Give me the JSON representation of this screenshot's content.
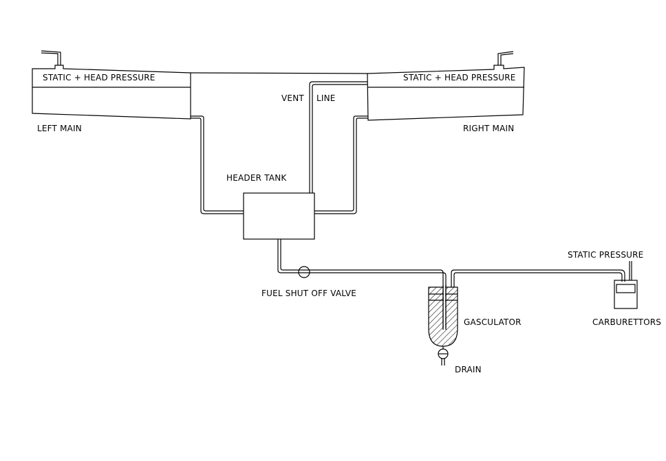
{
  "diagram": {
    "title": "Fuel System Schematic",
    "components": {
      "left_main": {
        "name": "LEFT MAIN",
        "pressure_label": "STATIC + HEAD PRESSURE"
      },
      "right_main": {
        "name": "RIGHT MAIN",
        "pressure_label": "STATIC + HEAD PRESSURE"
      },
      "vent_line": {
        "label_left": "VENT",
        "label_right": "LINE"
      },
      "header_tank": {
        "name": "HEADER TANK"
      },
      "fuel_valve": {
        "name": "FUEL SHUT OFF VALVE"
      },
      "gasculator": {
        "name": "GASCULATOR"
      },
      "drain": {
        "name": "DRAIN"
      },
      "carburettors": {
        "name": "CARBURETTORS",
        "pressure_label": "STATIC PRESSURE"
      }
    },
    "colors": {
      "line": "#000000",
      "background": "#ffffff"
    }
  }
}
